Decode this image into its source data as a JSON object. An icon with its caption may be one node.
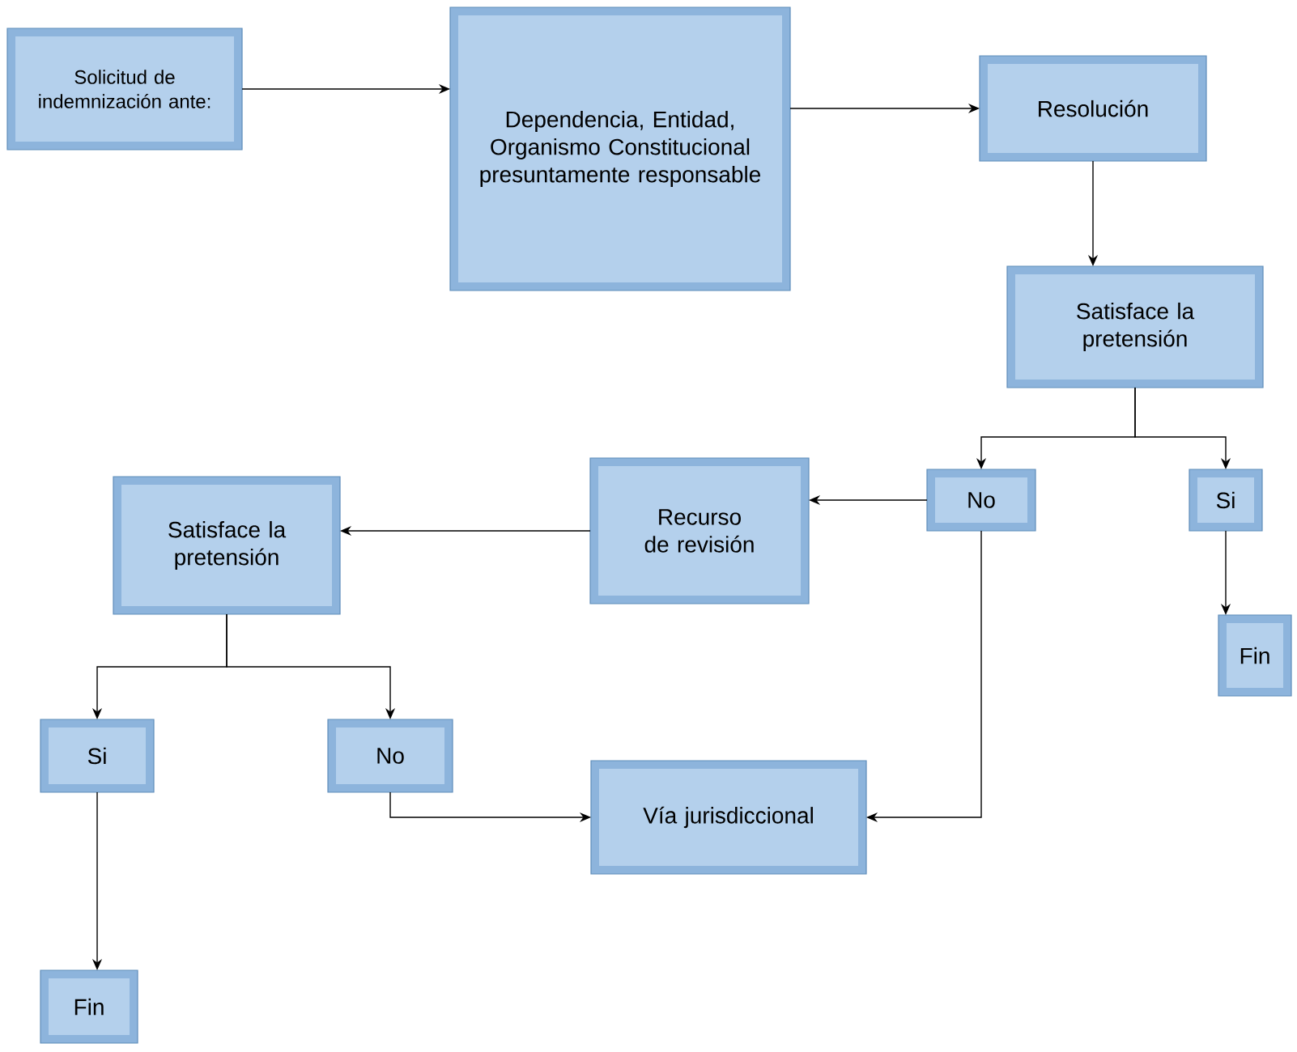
{
  "diagram": {
    "nodes": [
      {
        "text": [
          "Solicitud de indemnización ante:"
        ]
      },
      {
        "text": [
          "Dependencia, Entidad, Organismo Constitucional presuntamente responsable"
        ]
      },
      {
        "text": [
          "Resolución"
        ]
      },
      {
        "text": [
          "Satisface la pretensión"
        ]
      },
      {
        "text": [
          "No"
        ]
      },
      {
        "text": [
          "Si"
        ]
      },
      {
        "text": [
          "Recurso de revisión"
        ]
      },
      {
        "text": [
          "Satisface la pretensión"
        ]
      },
      {
        "text": [
          "Fin"
        ]
      },
      {
        "text": [
          "Si"
        ]
      },
      {
        "text": [
          "No"
        ]
      },
      {
        "text": [
          "Vía jurisdiccional"
        ]
      },
      {
        "text": [
          "Fin"
        ]
      }
    ],
    "edges": [
      {
        "from": 0,
        "to": 1,
        "arrow": "to"
      },
      {
        "from": 1,
        "to": 2,
        "arrow": "to"
      },
      {
        "from": 2,
        "to": 3,
        "arrow": "to"
      },
      {
        "from": 3,
        "to": 4,
        "arrow": "to"
      },
      {
        "from": 3,
        "to": 5,
        "arrow": "to"
      },
      {
        "from": 4,
        "to": 6,
        "arrow": "to"
      },
      {
        "from": 6,
        "to": 7,
        "arrow": "to"
      },
      {
        "from": 5,
        "to": 8,
        "arrow": "to"
      },
      {
        "from": 7,
        "to": 9,
        "arrow": "to"
      },
      {
        "from": 7,
        "to": 10,
        "arrow": "to"
      },
      {
        "from": 4,
        "to": 11,
        "arrow": "to"
      },
      {
        "from": 10,
        "to": 11,
        "arrow": "to"
      },
      {
        "from": 9,
        "to": 12,
        "arrow": "to"
      }
    ]
  }
}
